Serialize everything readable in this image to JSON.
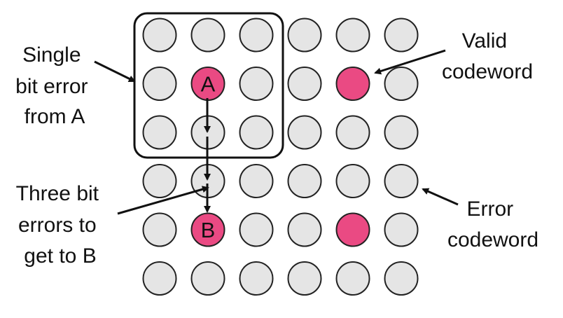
{
  "colors": {
    "background": "#ffffff",
    "codeword_fill": "#e5e5e5",
    "codeword_stroke": "#222222",
    "valid_fill": "#ea4a83",
    "line": "#111111"
  },
  "grid": {
    "rows": 6,
    "cols": 6,
    "valid_cells": [
      {
        "row": 1,
        "col": 1,
        "letter": "A"
      },
      {
        "row": 1,
        "col": 4,
        "letter": ""
      },
      {
        "row": 4,
        "col": 1,
        "letter": "B"
      },
      {
        "row": 4,
        "col": 4,
        "letter": ""
      }
    ]
  },
  "labels": {
    "single_bit_error": [
      "Single",
      "bit error",
      "from A"
    ],
    "valid_codeword": [
      "Valid",
      "codeword"
    ],
    "three_bit_errors": [
      "Three bit",
      "errors to",
      "get to B"
    ],
    "error_codeword": [
      "Error",
      "codeword"
    ]
  }
}
